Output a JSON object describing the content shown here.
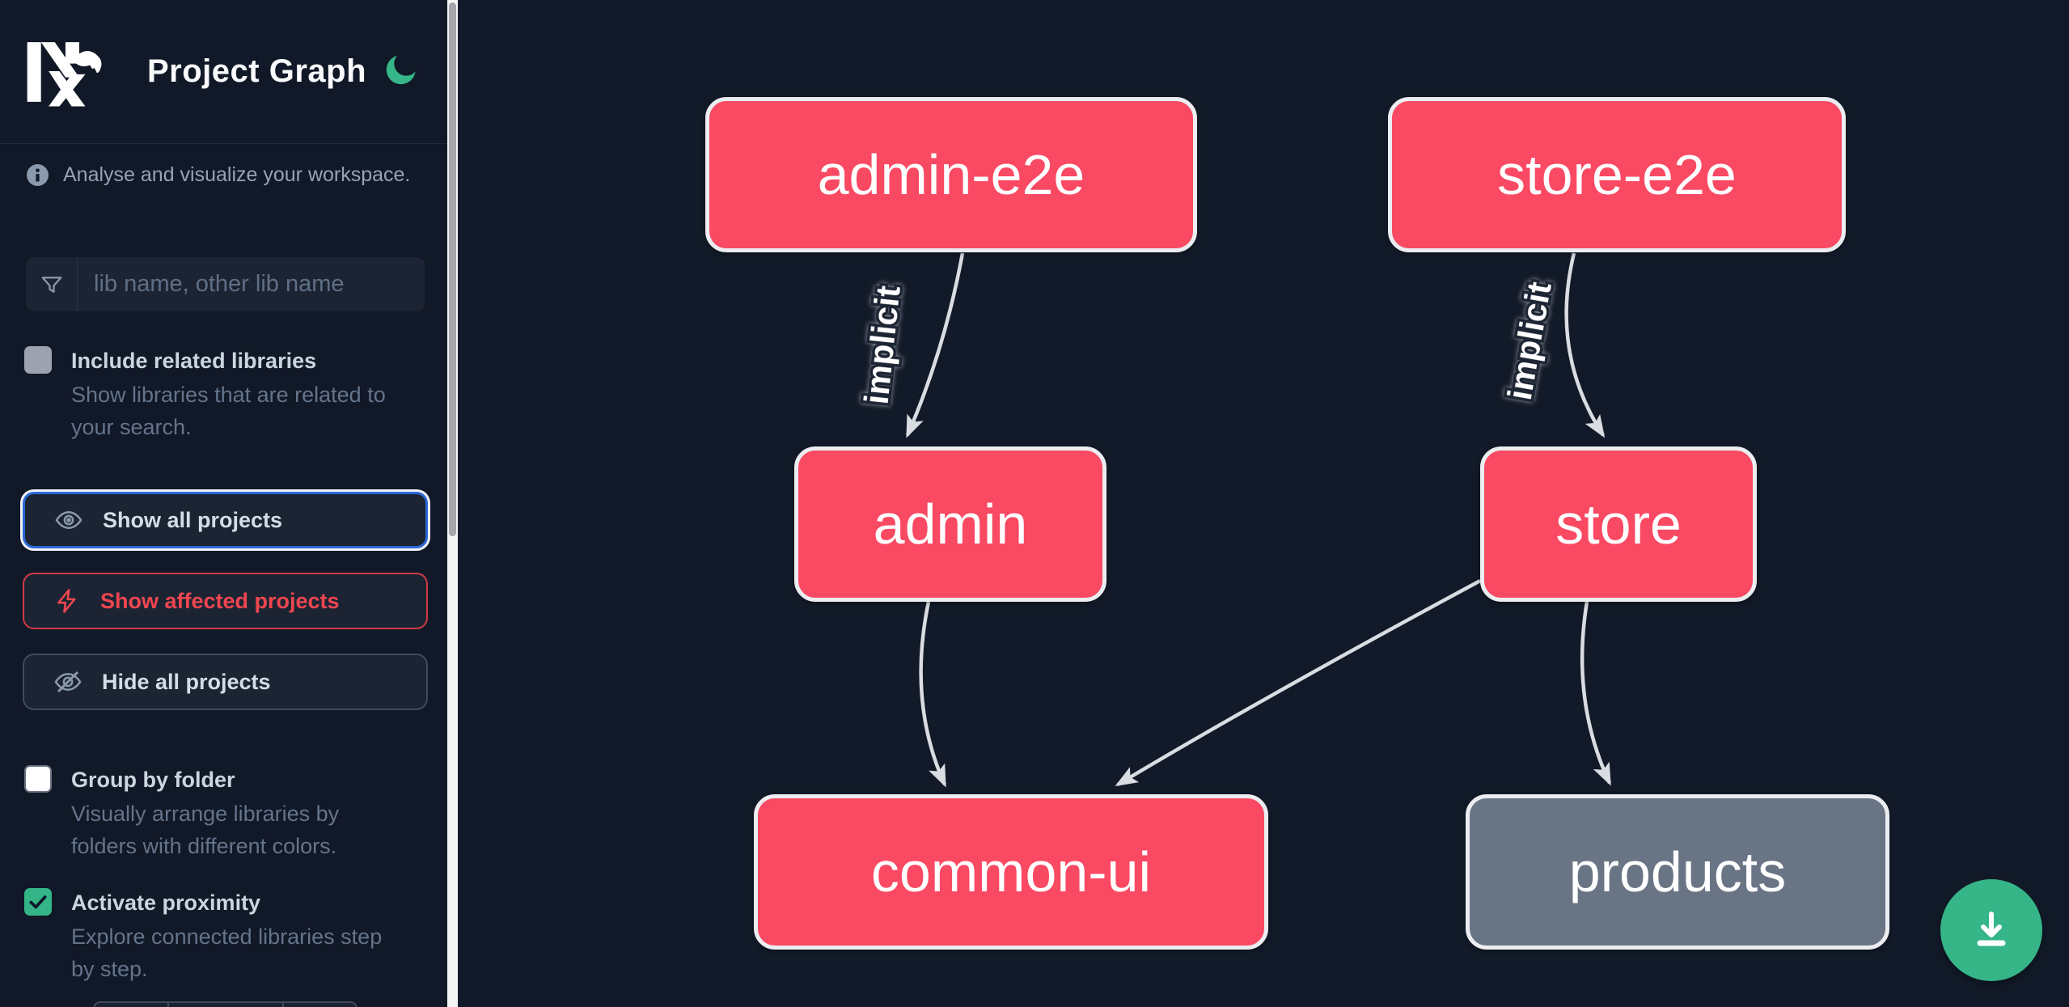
{
  "header": {
    "title": "Project Graph",
    "logo": "nx-logo",
    "theme_toggle": "moon-icon"
  },
  "sidebar": {
    "info_text": "Analyse and visualize your workspace.",
    "search": {
      "placeholder": "lib name, other lib name",
      "value": ""
    },
    "include_related": {
      "label": "Include related libraries",
      "description_line1": "Show libraries that are related to",
      "description_line2": "your search.",
      "checked": false
    },
    "buttons": {
      "show_all": "Show all projects",
      "show_affected": "Show affected projects",
      "hide_all": "Hide all projects"
    },
    "group_by_folder": {
      "label": "Group by folder",
      "description_line1": "Visually arrange libraries by",
      "description_line2": "folders with different colors.",
      "checked": false
    },
    "activate_proximity": {
      "label": "Activate proximity",
      "description_line1": "Explore connected libraries step",
      "description_line2": "by step.",
      "checked": true
    }
  },
  "graph": {
    "nodes": [
      {
        "id": "admin-e2e",
        "label": "admin-e2e",
        "style": "pink"
      },
      {
        "id": "store-e2e",
        "label": "store-e2e",
        "style": "pink"
      },
      {
        "id": "admin",
        "label": "admin",
        "style": "pink"
      },
      {
        "id": "store",
        "label": "store",
        "style": "pink"
      },
      {
        "id": "common-ui",
        "label": "common-ui",
        "style": "pink"
      },
      {
        "id": "products",
        "label": "products",
        "style": "gray"
      }
    ],
    "edges": [
      {
        "from": "admin-e2e",
        "to": "admin",
        "label": "implicit"
      },
      {
        "from": "store-e2e",
        "to": "store",
        "label": "implicit"
      },
      {
        "from": "admin",
        "to": "common-ui",
        "label": ""
      },
      {
        "from": "store",
        "to": "common-ui",
        "label": ""
      },
      {
        "from": "store",
        "to": "products",
        "label": ""
      }
    ]
  },
  "colors": {
    "accent_green": "#35b588",
    "node_pink": "#fa4963",
    "node_gray": "#697484",
    "focus_blue": "#2d68d8",
    "affected_red": "#ef4650",
    "edge_gray": "#d9dce1"
  }
}
